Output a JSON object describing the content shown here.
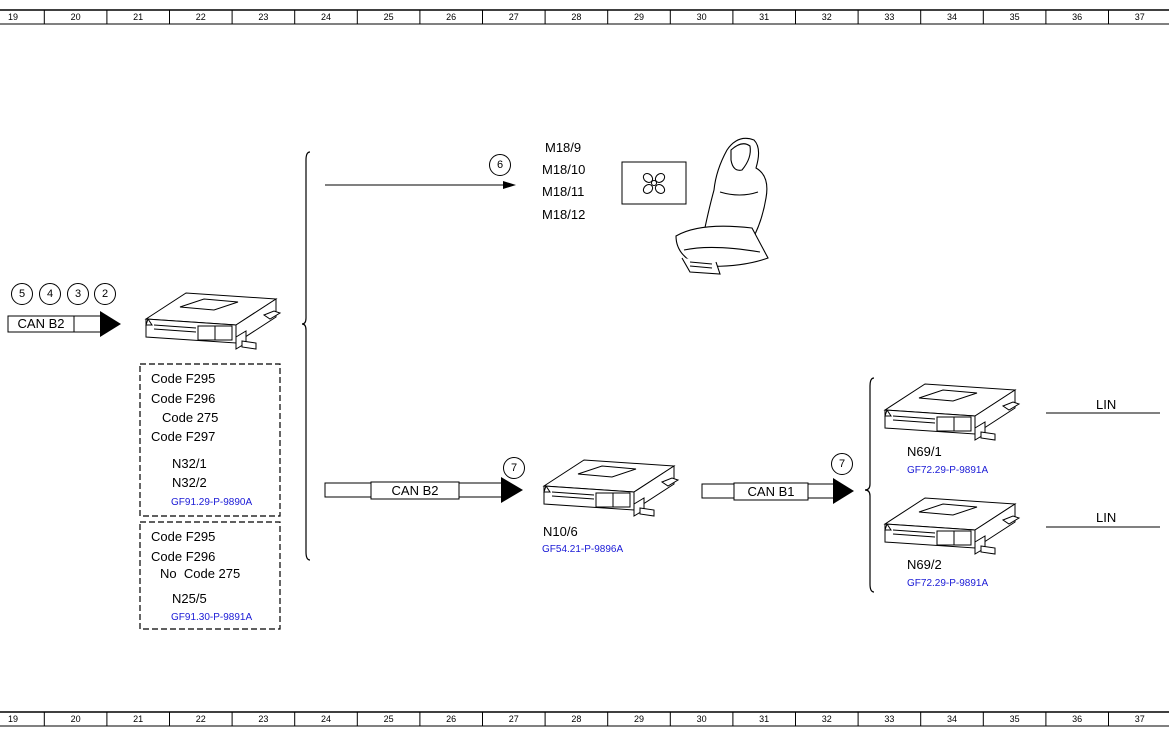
{
  "ruler": {
    "ticks": [
      "19",
      "20",
      "21",
      "22",
      "23",
      "24",
      "25",
      "26",
      "27",
      "28",
      "29",
      "30",
      "31",
      "32",
      "33",
      "34",
      "35",
      "36",
      "37"
    ]
  },
  "inputs": {
    "bus_label": "CAN B2",
    "refs": [
      "5",
      "4",
      "3",
      "2"
    ]
  },
  "seat_branch": {
    "ref": "6",
    "components": [
      "M18/9",
      "M18/10",
      "M18/11",
      "M18/12"
    ]
  },
  "variant_a": {
    "lines": [
      "Code F295",
      "Code F296",
      "Code 275",
      "Code F297"
    ],
    "components": [
      "N32/1",
      "N32/2"
    ],
    "doc": "GF91.29-P-9890A"
  },
  "variant_b": {
    "lines": [
      "Code F295",
      "Code F296",
      "No  Code 275"
    ],
    "components": [
      "N25/5"
    ],
    "doc": "GF91.30-P-9891A"
  },
  "middle": {
    "bus_label": "CAN B2",
    "ref": "7",
    "component": "N10/6",
    "doc": "GF54.21-P-9896A"
  },
  "right": {
    "bus_label": "CAN B1",
    "ref": "7",
    "upper": {
      "component": "N69/1",
      "doc": "GF72.29-P-9891A",
      "bus": "LIN"
    },
    "lower": {
      "component": "N69/2",
      "doc": "GF72.29-P-9891A",
      "bus": "LIN"
    }
  }
}
